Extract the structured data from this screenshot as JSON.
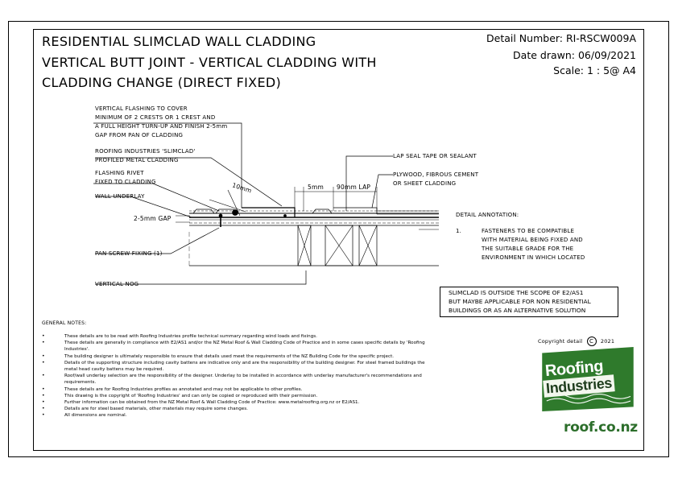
{
  "title": {
    "line1": "RESIDENTIAL SLIMCLAD WALL CLADDING",
    "line2": "VERTICAL BUTT JOINT - VERTICAL CLADDING WITH",
    "line3": "CLADDING CHANGE (DIRECT FIXED)"
  },
  "meta": {
    "detail_number": "Detail Number:  RI-RSCW009A",
    "date_drawn": "Date drawn:  06/09/2021",
    "scale": "Scale:   1 : 5@ A4"
  },
  "labels": {
    "flashing": [
      "VERTICAL FLASHING TO COVER",
      "MINIMUM OF 2 CRESTS OR 1 CREST AND",
      "A FULL HEIGHT TURN-UP AND FINISH 2-5mm",
      "GAP FROM PAN OF CLADDING"
    ],
    "slimclad": [
      "ROOFING INDUSTRIES 'SLIMCLAD'",
      "PROFILED METAL CLADDING"
    ],
    "rivets": [
      "FLASHING RIVET",
      "FIXED TO CLADDING"
    ],
    "underlay": "WALL UNDERLAY",
    "gap": "2-5mm GAP",
    "pan_screw": "PAN SCREW FIXING (1)",
    "nog": "VERTICAL NOG",
    "lap_seal": "LAP SEAL TAPE OR SEALANT",
    "plywood": [
      "PLYWOOD, FIBROUS CEMENT",
      "OR SHEET CLADDING"
    ],
    "dim_10": "10mm",
    "dim_5": "5mm",
    "dim_90": "90mm LAP"
  },
  "annotation": {
    "heading": "DETAIL ANNOTATION:",
    "number": "1.",
    "lines": [
      "FASTENERS TO BE COMPATIBLE",
      "WITH MATERIAL BEING FIXED AND",
      "THE SUITABLE GRADE FOR THE",
      "ENVIRONMENT IN WHICH LOCATED"
    ]
  },
  "scope_note": [
    "SLIMCLAD IS OUTSIDE THE SCOPE OF E2/AS1",
    "BUT MAYBE APPLICABLE FOR NON RESIDENTIAL",
    "BUILDINGS OR AS AN ALTERNATIVE SOLUTION"
  ],
  "general_notes": {
    "heading": "GENERAL NOTES:",
    "items": [
      "These details are to be read with Roofing Industries profile technical summary regarding wind loads and fixings.",
      "These details are generally in compliance with E2/AS1 and/or the NZ Metal Roof & Wall Cladding Code of Practice and in some cases specific details by 'Roofing Industries'.",
      "The building designer is ultimately responsible to ensure that details used meet the requirements of the NZ Building Code for the specific project.",
      "Details of the supporting structure including cavity battens are indicative only and are the responsibility of the building designer. For steel framed buildings the metal head cavity battens may be required.",
      "Roof/wall underlay selection are the responsibility of the designer. Underlay to be installed in accordance with underlay manufacturer's recommendations and requirements.",
      "These details are for Roofing Industries profiles as annotated and may not be applicable to other profiles.",
      "This drawing is the copyright of 'Roofing Industries' and can only be copied or reproduced with their permission.",
      "Further information can be obtained from the NZ Metal Roof & Wall Cladding Code of Practice: www.metalroofing.org.nz or E2/AS1.",
      "Details are for steel based materials, other materials may require some changes.",
      "All dimensions are nominal."
    ]
  },
  "copyright": {
    "text": "Copyright detail",
    "symbol": "C",
    "year": "2021"
  },
  "logo": {
    "word1": "Roofing",
    "word2": "Industries",
    "site": "roof.co.nz",
    "green": "#2f7a2c",
    "dark_green": "#1f5a1d"
  }
}
